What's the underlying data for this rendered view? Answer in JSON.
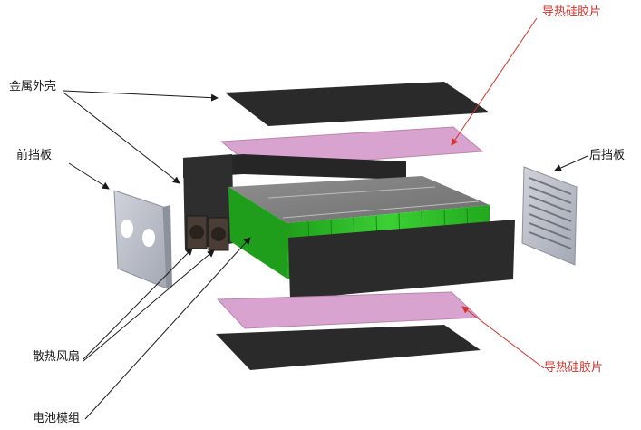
{
  "labels": {
    "metal_shell": "金属外壳",
    "front_plate": "前挡板",
    "rear_plate": "后挡板",
    "thermal_pad_top": "导热硅胶片",
    "thermal_pad_bottom": "导热硅胶片",
    "cooling_fan": "散热风扇",
    "battery_module": "电池模组"
  },
  "colors": {
    "label_black": "#1a1a1a",
    "label_red": "#d2332c",
    "shell": "#2c2c2c",
    "thermal_pad": "#d9a3cf",
    "cell_green": "#2fc22a",
    "plate_grey": "#b9bcc6"
  }
}
